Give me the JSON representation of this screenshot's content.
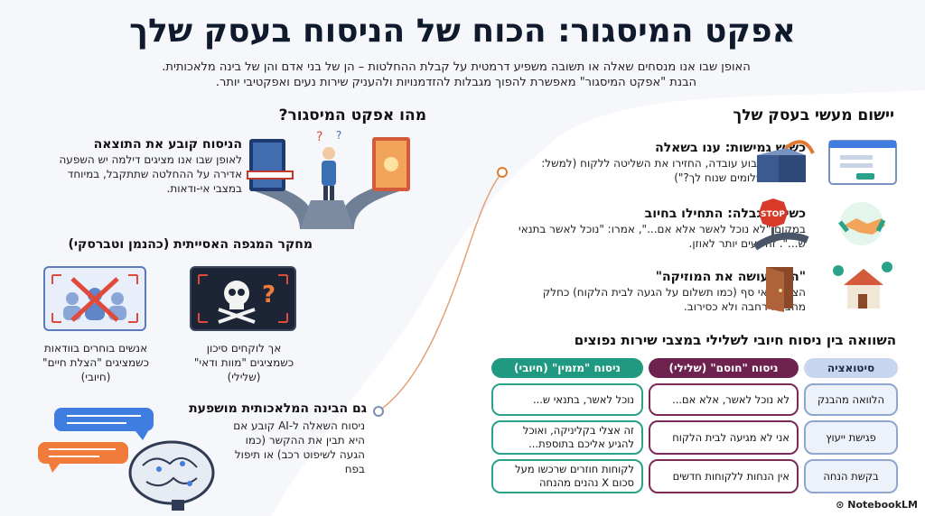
{
  "title": "אפקט המיסגור: הכוח של הניסוח בעסק שלך",
  "subtitle_1": "האופן שבו אנו מנסחים שאלה או תשובה משפיע דרמטית על קבלת ההחלטות – הן של בני אדם והן של בינה מלאכותית.",
  "subtitle_2": "הבנת \"אפקט המיסגור\" מאפשרת להפוך מגבלות להזדמנויות ולהעניק שירות נעים ואפקטיבי יותר.",
  "left": {
    "heading": "מהו אפקט המיסגור?",
    "item1": {
      "title": "הניסוח קובע את התוצאה",
      "text": "לאופן שבו אנו מציגים דילמה יש השפעה אדירה על ההחלטה שתתקבל, במיוחד במצבי אי-ודאות."
    },
    "study_heading": "מחקר המגפה האסייתית (כהנמן וטברסקי)",
    "study_left": "אך לוקחים סיכון כשמציגים \"מוות ודאי\" (שלילי)",
    "study_right": "אנשים בוחרים בוודאות כשמציגים \"הצלת חיים\" (חיובי)",
    "ai": {
      "title": "גם הבינה המלאכותית מושפעת",
      "text": "ניסוח השאלה ל-AI קובע אם היא תבין את ההקשר (כמו הגעה לשיפוט רכב) או תיפול בפח"
    }
  },
  "right": {
    "heading": "יישום מעשי בעסק שלך",
    "tips": [
      {
        "title": "כשיש גמישות: ענו בשאלה",
        "text": "במקום לקבוע עובדה, החזירו את השליטה ללקוח (למשל: \"בכמה תשלומים שנוח לך?\")"
      },
      {
        "title": "כשיש מגבלה: התחילו בחיוב",
        "text": "במקום \"לא נוכל לאשר אלא אם...\", אמרו: \"נוכל לאשר בתנאי ש...\". זה נעים יותר לאוזן."
      },
      {
        "title": "\"הטון עושה את המוזיקה\"",
        "text": "הציגו תנאי סף (כמו תשלום על הגעה לבית הלקוח) כחלק מהצעה רחבה ולא כסירוב."
      }
    ]
  },
  "table": {
    "heading": "השוואה בין ניסוח חיובי לשלילי במצבי שירות נפוצים",
    "col_situation": "סיטואציה",
    "col_negative": "ניסוח \"חוסם\" (שלילי)",
    "col_positive": "ניסוח \"מזמין\" (חיובי)",
    "rows": [
      {
        "situation": "הלוואה מהבנק",
        "negative": "לא נוכל לאשר, אלא אם...",
        "positive": "נוכל לאשר, בתנאי ש..."
      },
      {
        "situation": "פגישת ייעוץ",
        "negative": "אני לא מגיעה לבית הלקוח",
        "positive": "זה אצלי בקליניקה, ואוכל להגיע אליכם בתוספת..."
      },
      {
        "situation": "בקשת הנחה",
        "negative": "אין הנחות ללקוחות חדשים",
        "positive": "לקוחות חוזרים שרכשו מעל סכום X נהנים מהנחה"
      }
    ]
  },
  "stop_sign": "STOP",
  "logo": "NotebookLM"
}
